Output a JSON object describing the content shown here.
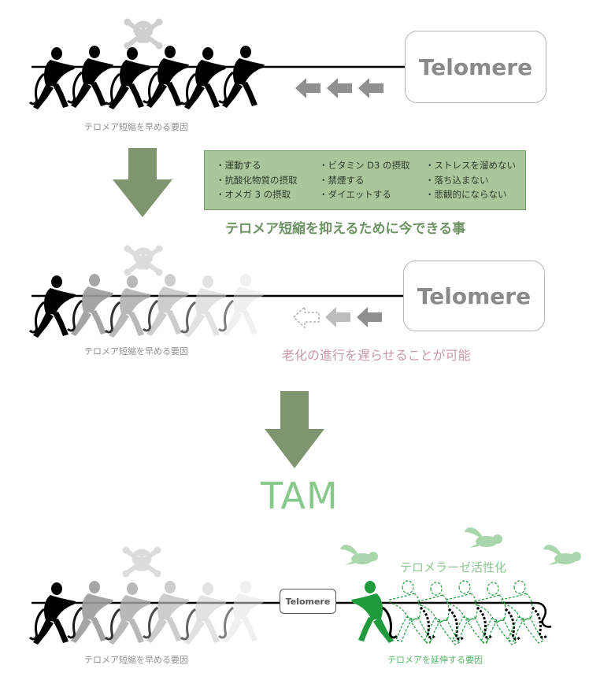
{
  "panels": {
    "top": {
      "telomere_label": "Telomere",
      "caption": "テロメア短縮を早める要因"
    },
    "middle": {
      "telomere_label": "Telomere",
      "caption": "テロメア短縮を早める要因",
      "effect_text": "老化の進行を遅らせることが可能"
    },
    "bottom": {
      "telomere_label": "Telomere",
      "left_caption": "テロメア短縮を早める要因",
      "right_caption": "テロメアを延伸する要因",
      "activation_text": "テロメラーゼ活性化"
    }
  },
  "actions": {
    "col1": [
      "・運動する",
      "・抗酸化物質の摂取",
      "・オメガ 3 の摂取"
    ],
    "col2": [
      "・ビタミン D3 の摂取",
      "・禁煙する",
      "・ダイエットする"
    ],
    "col3": [
      "・ストレスを溜めない",
      "・落ち込まない",
      "・悲観的にならない"
    ],
    "heading": "テロメア短縮を抑えるために今できる事"
  },
  "tam_label": "TAM",
  "colors": {
    "arrow_green": "#7f9570",
    "box_fill": "#a9c79b",
    "heading_green": "#6d9264",
    "tam_green": "#86c98a",
    "effect_pink": "#c99aa6",
    "figure_green": "#1f9a3c",
    "angel_green": "#a9d6ad"
  }
}
